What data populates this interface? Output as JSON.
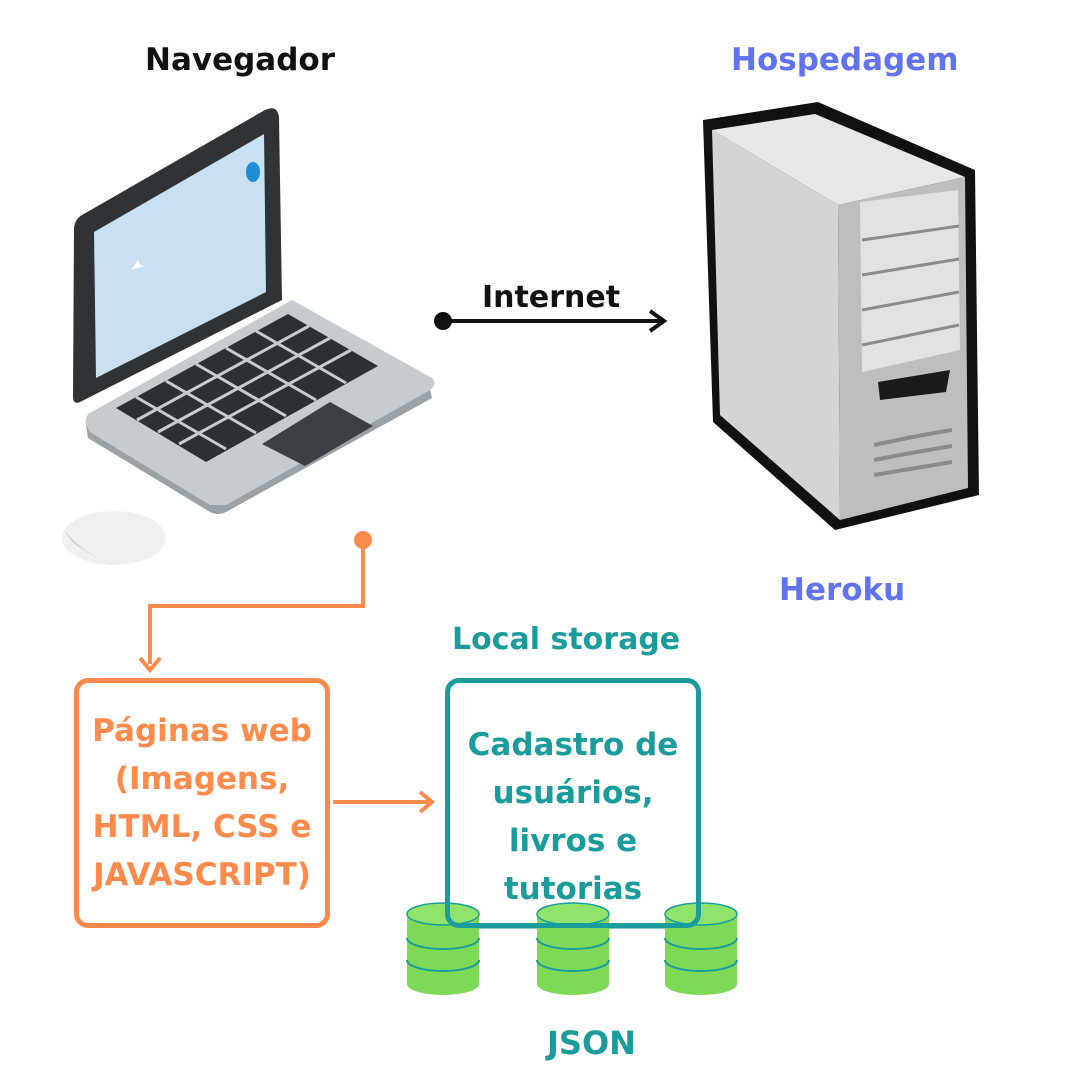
{
  "labels": {
    "browser": "Navegador",
    "hosting": "Hospedagem",
    "internet": "Internet",
    "hosting_provider": "Heroku",
    "local_storage": "Local storage",
    "data_format": "JSON"
  },
  "boxes": {
    "web_pages": "Páginas web\n(Imagens,\nHTML, CSS e\nJAVASCRIPT)",
    "storage_content": "Cadastro de\nusuários,\nlivros e\ntutorias"
  },
  "colors": {
    "host_blue": "#6273f2",
    "orange": "#ff8a4c",
    "teal": "#1a9c9c",
    "green": "#7ed957",
    "dark": "#111111"
  },
  "icons": [
    "laptop-icon",
    "mouse-icon",
    "server-tower-icon",
    "database-icon"
  ]
}
